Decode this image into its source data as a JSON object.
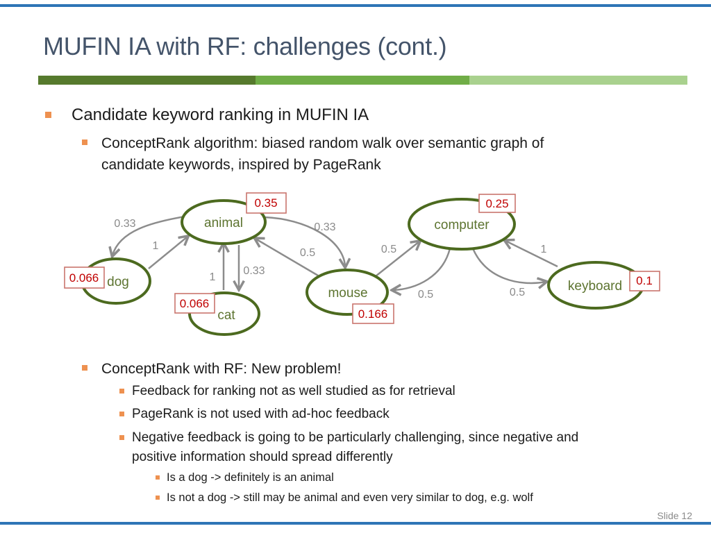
{
  "slide": {
    "title": "MUFIN IA with RF: challenges (cont.)",
    "slide_number": "Slide 12",
    "colors": {
      "title_text": "#44546A",
      "bar_dark_green": "#567A2D",
      "bar_medium_green": "#70AD47",
      "bar_light_green": "#A9D18E",
      "bullet_orange": "#EE9150",
      "edge_gray": "#8C8C8C",
      "node_olive": "#4C6A1F",
      "weight_red": "#C00000",
      "top_bottom_rule_blue": "#2E75B6"
    }
  },
  "bullets": {
    "l1": "Candidate keyword ranking in MUFIN IA",
    "l2a_line1": "ConceptRank algorithm: biased random walk over semantic graph of",
    "l2a_line2": "candidate keywords, inspired by PageRank",
    "l2b": "ConceptRank with RF: New problem!",
    "l3_1": "Feedback for ranking not as well studied as for retrieval",
    "l3_2": "PageRank is not used with ad-hoc feedback",
    "l3_3_line1": "Negative feedback is going to be particularly challenging, since negative and",
    "l3_3_line2": "positive information should spread differently",
    "l4_1": "Is a dog -> definitely is an animal",
    "l4_2": "Is not a dog -> still may be animal and even very similar to dog, e.g. wolf"
  },
  "graph": {
    "nodes": [
      {
        "id": "animal",
        "label": "animal",
        "weight": "0.35"
      },
      {
        "id": "dog",
        "label": "dog",
        "weight": "0.066"
      },
      {
        "id": "cat",
        "label": "cat",
        "weight": "0.066"
      },
      {
        "id": "mouse",
        "label": "mouse",
        "weight": "0.166"
      },
      {
        "id": "computer",
        "label": "computer",
        "weight": "0.25"
      },
      {
        "id": "keyboard",
        "label": "keyboard",
        "weight": "0.1"
      }
    ],
    "edges": [
      {
        "from": "animal",
        "to": "dog",
        "label": "0.33"
      },
      {
        "from": "dog",
        "to": "animal",
        "label": "1"
      },
      {
        "from": "cat",
        "to": "animal",
        "label": "1"
      },
      {
        "from": "animal",
        "to": "cat",
        "label": "0.33"
      },
      {
        "from": "mouse",
        "to": "animal",
        "label": "0.5"
      },
      {
        "from": "animal",
        "to": "mouse",
        "label": "0.33"
      },
      {
        "from": "mouse",
        "to": "computer",
        "label": "0.5"
      },
      {
        "from": "computer",
        "to": "mouse",
        "label": "0.5"
      },
      {
        "from": "keyboard",
        "to": "computer",
        "label": "1"
      },
      {
        "from": "computer",
        "to": "keyboard",
        "label": "0.5"
      }
    ]
  }
}
